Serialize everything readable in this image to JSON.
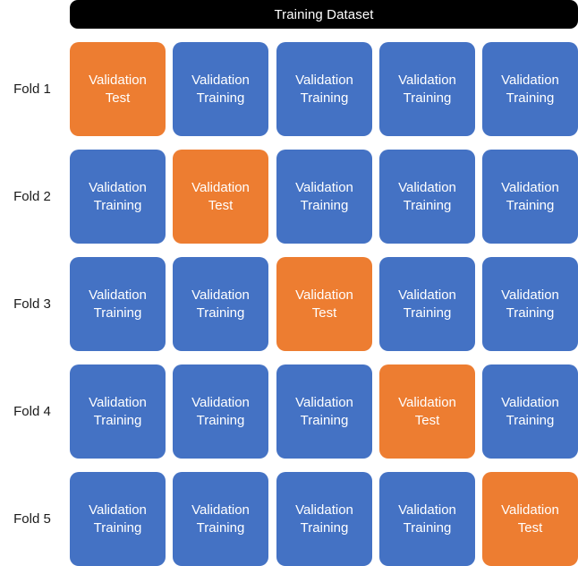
{
  "header": {
    "title": "Training Dataset",
    "background_color": "#000000",
    "text_color": "#ffffff"
  },
  "colors": {
    "training": "#4472C4",
    "test": "#ED7D31",
    "header": "#000000",
    "page_background": "#ffffff",
    "cell_text": "#ffffff",
    "label_text": "#1a1a1a"
  },
  "labels": {
    "training_line1": "Validation",
    "training_line2": "Training",
    "test_line1": "Validation",
    "test_line2": "Test"
  },
  "rows": [
    {
      "label": "Fold 1",
      "cells": [
        {
          "kind": "test",
          "line1": "Validation",
          "line2": "Test"
        },
        {
          "kind": "train",
          "line1": "Validation",
          "line2": "Training"
        },
        {
          "kind": "train",
          "line1": "Validation",
          "line2": "Training"
        },
        {
          "kind": "train",
          "line1": "Validation",
          "line2": "Training"
        },
        {
          "kind": "train",
          "line1": "Validation",
          "line2": "Training"
        }
      ]
    },
    {
      "label": "Fold 2",
      "cells": [
        {
          "kind": "train",
          "line1": "Validation",
          "line2": "Training"
        },
        {
          "kind": "test",
          "line1": "Validation",
          "line2": "Test"
        },
        {
          "kind": "train",
          "line1": "Validation",
          "line2": "Training"
        },
        {
          "kind": "train",
          "line1": "Validation",
          "line2": "Training"
        },
        {
          "kind": "train",
          "line1": "Validation",
          "line2": "Training"
        }
      ]
    },
    {
      "label": "Fold 3",
      "cells": [
        {
          "kind": "train",
          "line1": "Validation",
          "line2": "Training"
        },
        {
          "kind": "train",
          "line1": "Validation",
          "line2": "Training"
        },
        {
          "kind": "test",
          "line1": "Validation",
          "line2": "Test"
        },
        {
          "kind": "train",
          "line1": "Validation",
          "line2": "Training"
        },
        {
          "kind": "train",
          "line1": "Validation",
          "line2": "Training"
        }
      ]
    },
    {
      "label": "Fold 4",
      "cells": [
        {
          "kind": "train",
          "line1": "Validation",
          "line2": "Training"
        },
        {
          "kind": "train",
          "line1": "Validation",
          "line2": "Training"
        },
        {
          "kind": "train",
          "line1": "Validation",
          "line2": "Training"
        },
        {
          "kind": "test",
          "line1": "Validation",
          "line2": "Test"
        },
        {
          "kind": "train",
          "line1": "Validation",
          "line2": "Training"
        }
      ]
    },
    {
      "label": "Fold 5",
      "cells": [
        {
          "kind": "train",
          "line1": "Validation",
          "line2": "Training"
        },
        {
          "kind": "train",
          "line1": "Validation",
          "line2": "Training"
        },
        {
          "kind": "train",
          "line1": "Validation",
          "line2": "Training"
        },
        {
          "kind": "train",
          "line1": "Validation",
          "line2": "Training"
        },
        {
          "kind": "test",
          "line1": "Validation",
          "line2": "Test"
        }
      ]
    }
  ]
}
